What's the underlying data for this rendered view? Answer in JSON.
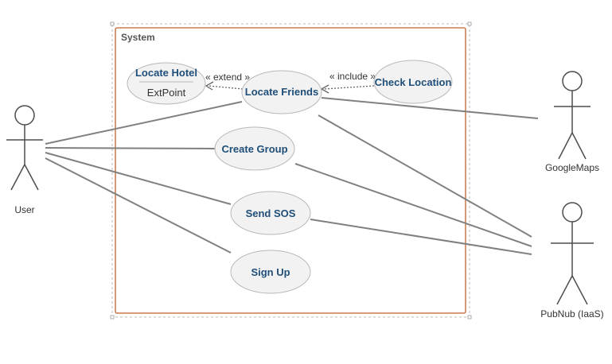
{
  "system": {
    "label": "System"
  },
  "actors": {
    "user": "User",
    "googlemaps": "GoogleMaps",
    "pubnub": "PubNub (IaaS)"
  },
  "use_cases": {
    "locate_hotel": {
      "label": "Locate Hotel",
      "extension_point": "ExtPoint"
    },
    "locate_friends": "Locate Friends",
    "check_location": "Check Location",
    "create_group": "Create Group",
    "send_sos": "Send SOS",
    "sign_up": "Sign Up"
  },
  "relations": {
    "extend": "« extend »",
    "include": "« include »"
  },
  "colors": {
    "system_border": "#c0622a",
    "usecase_fill": "#f2f2f2",
    "usecase_border": "#b8b8b8",
    "usecase_text": "#1f4e79",
    "line": "#808080"
  }
}
